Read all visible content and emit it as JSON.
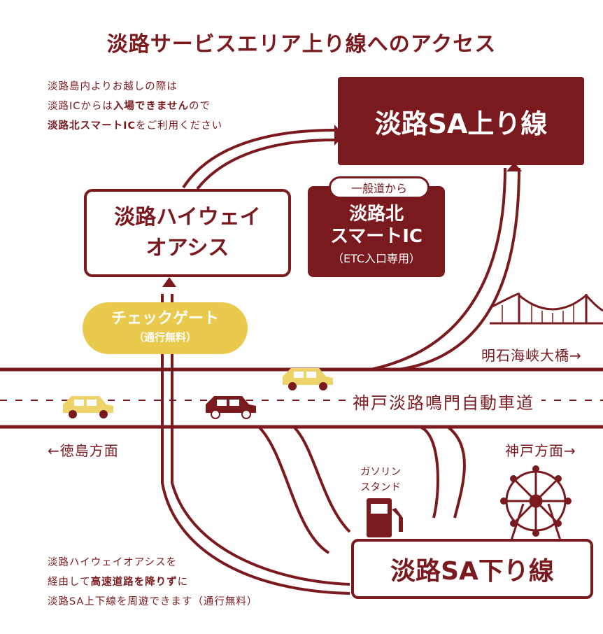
{
  "title": "淡路サービスエリア上り線へのアクセス",
  "colors": {
    "primary": "#7a1a1f",
    "gate_yellow": "#e9ca4d",
    "car_yellow": "#edd46a",
    "white": "#ffffff"
  },
  "top_note": {
    "line1": "淡路島内よりお越しの際は",
    "line2_pre": "淡路ICからは",
    "line2_bold": "入場できません",
    "line2_post": "ので",
    "line3_bold": "淡路北スマートIC",
    "line3_post": "をご利用ください"
  },
  "sa_up": {
    "label": "淡路SA上り線"
  },
  "oasis": {
    "line1": "淡路ハイウェイ",
    "line2": "オアシス"
  },
  "smart_ic": {
    "tag": "一般道から",
    "line1": "淡路北",
    "line2": "スマートIC",
    "line3": "（ETC入口専用）"
  },
  "check_gate": {
    "label": "チェックゲート",
    "sub": "（通行無料）"
  },
  "bridge_label": "明石海峡大橋→",
  "expressway_label": "神戸淡路鳴門自動車道",
  "tokushima_label": "←徳島方面",
  "kobe_label": "神戸方面→",
  "gas_station": {
    "line1": "ガソリン",
    "line2": "スタンド"
  },
  "sa_down": {
    "label": "淡路SA下り線"
  },
  "bottom_note": {
    "line1": "淡路ハイウェイオアシスを",
    "line2_pre": "経由して",
    "line2_bold": "高速道路を降りず",
    "line2_post": "に",
    "line3": "淡路SA上下線を周遊できます（通行無料）"
  },
  "icons": [
    "car-icon",
    "gas-pump-icon",
    "ferris-wheel-icon",
    "suspension-bridge-icon",
    "arrow-icon"
  ]
}
